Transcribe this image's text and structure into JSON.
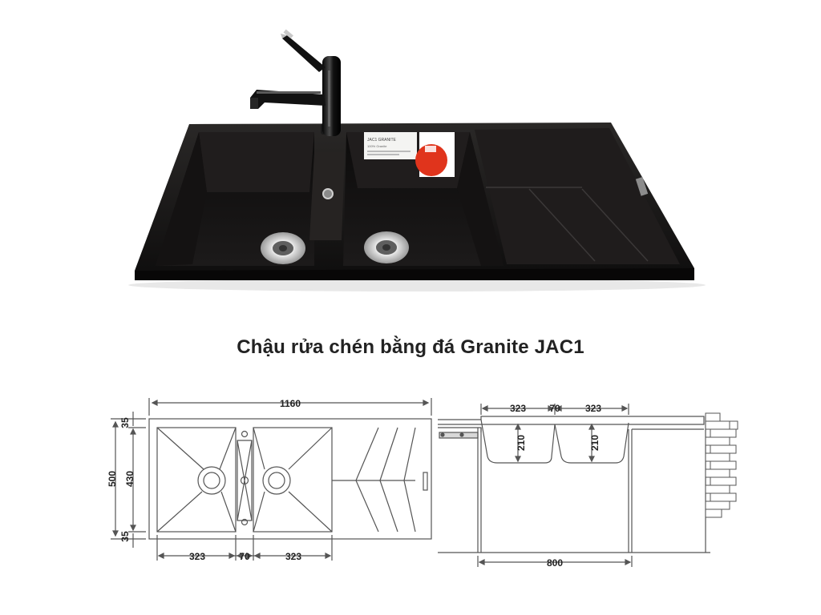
{
  "caption": "Chậu rửa chén bằng đá Granite JAC1",
  "label": {
    "text": "JAC1 GRANITE",
    "line2": "100% Granite"
  },
  "plan": {
    "overall_width": "1160",
    "height_total": "500",
    "margin_top": "35",
    "inner_height": "430",
    "margin_bottom": "35",
    "bowl_left": "323",
    "gap": "70",
    "bowl_right": "323"
  },
  "section": {
    "bowl_left": "323",
    "gap": "70",
    "bowl_right": "323",
    "depth_left": "210",
    "depth_right": "210",
    "cabinet_width": "800"
  },
  "colors": {
    "granite": "#161414",
    "tag": "#e0341c",
    "line": "#555555"
  }
}
